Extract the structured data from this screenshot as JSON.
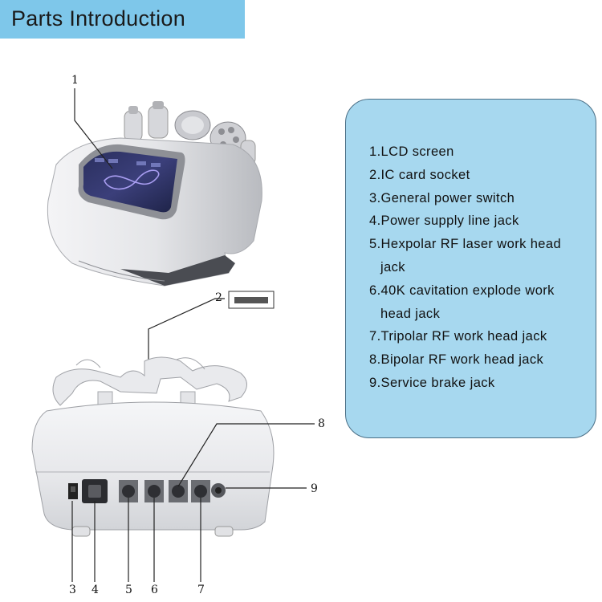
{
  "header": {
    "title": "Parts Introduction"
  },
  "parts": [
    {
      "line1": "1.LCD screen",
      "line2": ""
    },
    {
      "line1": "2.IC card socket",
      "line2": ""
    },
    {
      "line1": "3.General power switch",
      "line2": ""
    },
    {
      "line1": "4.Power supply line jack",
      "line2": ""
    },
    {
      "line1": "5.Hexpolar RF laser work head",
      "line2": "jack"
    },
    {
      "line1": "6.40K cavitation explode work",
      "line2": "head jack"
    },
    {
      "line1": "7.Tripolar RF work head jack",
      "line2": ""
    },
    {
      "line1": "8.Bipolar RF work head jack",
      "line2": ""
    },
    {
      "line1": "9.Service brake jack",
      "line2": ""
    }
  ],
  "callouts": {
    "c1": "1",
    "c2": "2",
    "c3": "3",
    "c4": "4",
    "c5": "5",
    "c6": "6",
    "c7": "7",
    "c8": "8",
    "c9": "9"
  }
}
